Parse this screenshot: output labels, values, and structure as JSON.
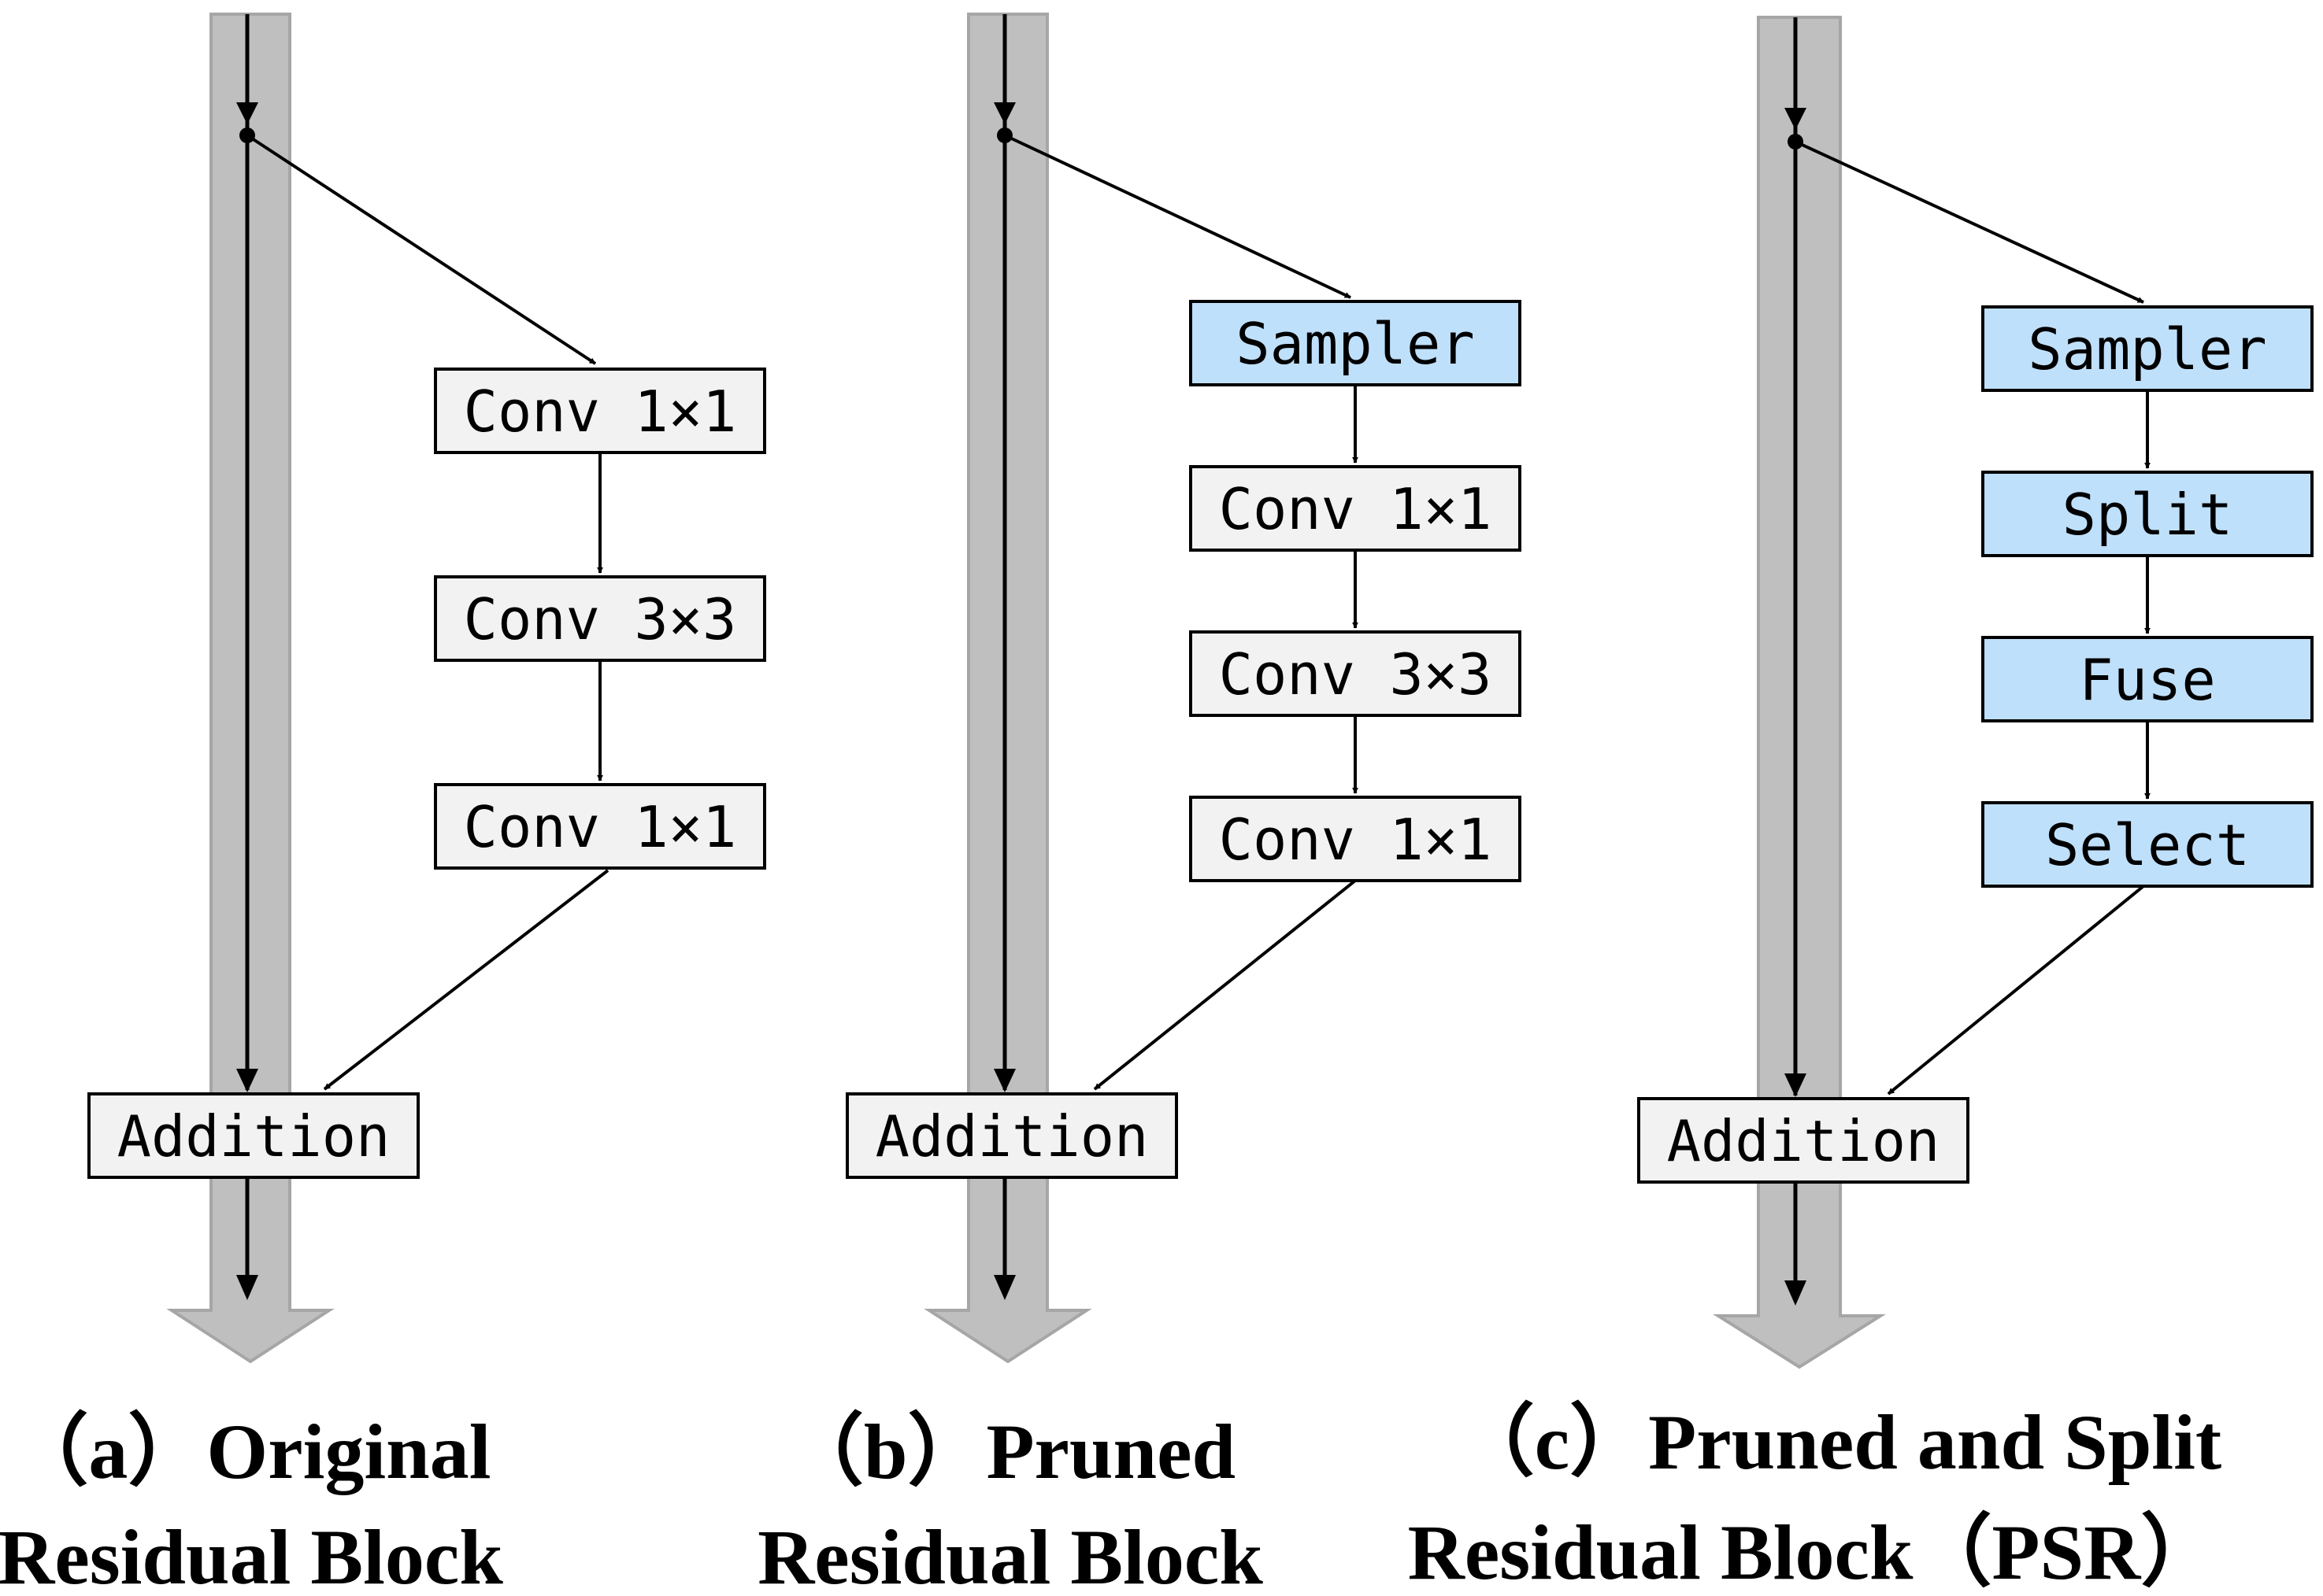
{
  "colors": {
    "plain_box": "#f2f2f2",
    "highlight_box": "#bfe0fb",
    "skip_path": "#bfbfbf",
    "skip_path_edge": "#a6a6a6",
    "line": "#000000"
  },
  "panels": [
    {
      "boxes": [
        {
          "label": "Conv 1×1",
          "style": "plain"
        },
        {
          "label": "Conv 3×3",
          "style": "plain"
        },
        {
          "label": "Conv 1×1",
          "style": "plain"
        }
      ],
      "addition_label": "Addition",
      "caption": [
        "（a）Original",
        "Residual Block"
      ]
    },
    {
      "boxes": [
        {
          "label": "Sampler",
          "style": "highlight"
        },
        {
          "label": "Conv 1×1",
          "style": "plain"
        },
        {
          "label": "Conv 3×3",
          "style": "plain"
        },
        {
          "label": "Conv 1×1",
          "style": "plain"
        }
      ],
      "addition_label": "Addition",
      "caption": [
        "（b）Pruned",
        "Residual Block"
      ]
    },
    {
      "boxes": [
        {
          "label": "Sampler",
          "style": "highlight"
        },
        {
          "label": "Split",
          "style": "highlight"
        },
        {
          "label": "Fuse",
          "style": "highlight"
        },
        {
          "label": "Select",
          "style": "highlight"
        }
      ],
      "addition_label": "Addition",
      "caption": [
        "（c）Pruned and Split",
        "Residual Block（PSR）"
      ]
    }
  ]
}
